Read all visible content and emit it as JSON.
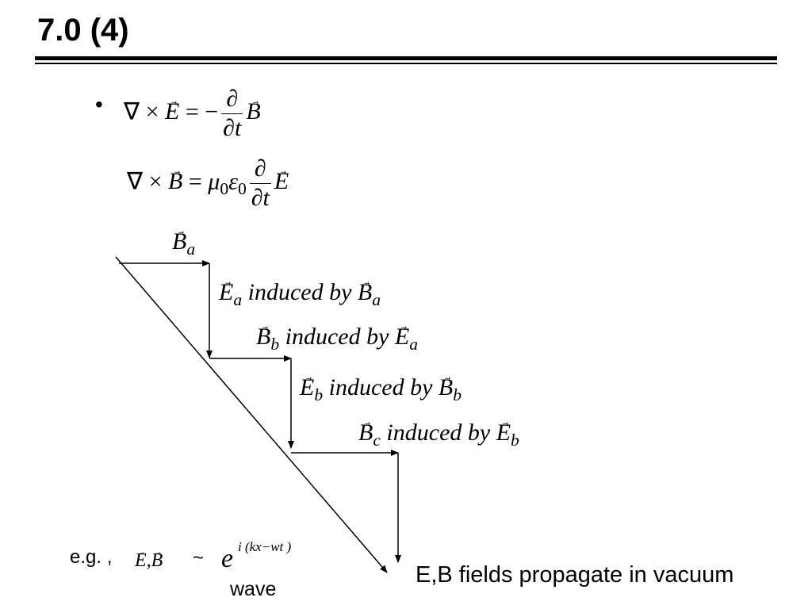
{
  "slide": {
    "title": "7.0 (4)"
  },
  "bullet": "•",
  "equations": {
    "faraday": {
      "lhs_op": "∇ × ",
      "lhs_vec": "E",
      "eq": " = −",
      "num": "∂",
      "den": "∂t",
      "rhs_vec": "B"
    },
    "ampere": {
      "lhs_op": "∇ × ",
      "lhs_vec": "B",
      "eq": " = ",
      "mu": "μ",
      "mu_sub": "0",
      "eps": "ε",
      "eps_sub": "0",
      "num": "∂",
      "den": "∂t",
      "rhs_vec": "E"
    }
  },
  "diagram": {
    "labels": [
      {
        "vec": "B",
        "sub": "a",
        "text": "",
        "vec2": "",
        "sub2": ""
      },
      {
        "vec": "E",
        "sub": "a",
        "text": " induced by ",
        "vec2": "B",
        "sub2": "a"
      },
      {
        "vec": "B",
        "sub": "b",
        "text": " induced by ",
        "vec2": "E",
        "sub2": "a"
      },
      {
        "vec": "E",
        "sub": "b",
        "text": " induced by ",
        "vec2": "B",
        "sub2": "b"
      },
      {
        "vec": "B",
        "sub": "c",
        "text": " induced by ",
        "vec2": "E",
        "sub2": "b"
      }
    ]
  },
  "example": {
    "prefix": "e.g. ,",
    "vec1": "E",
    "comma": ",",
    "vec2": "B",
    "tilde": "~",
    "base": "e",
    "power": "i (kx−wt )",
    "caption": "wave"
  },
  "propagate_text": "E,B fields propagate in vacuum"
}
